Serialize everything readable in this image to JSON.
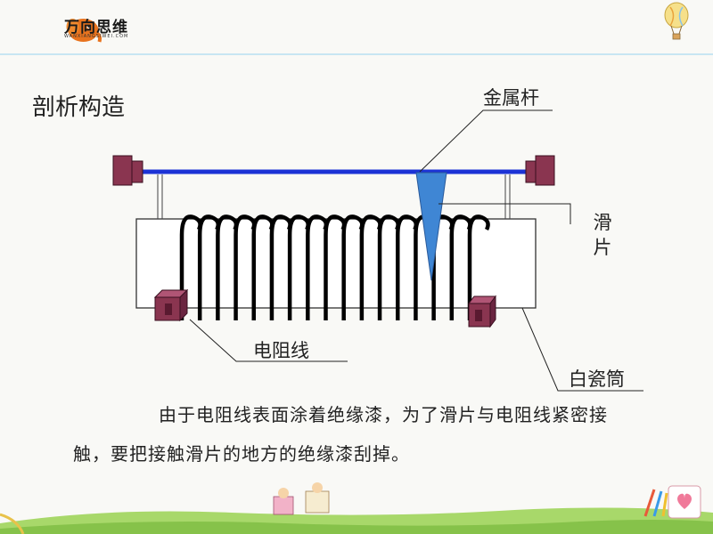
{
  "logo": {
    "text": "万向思维",
    "subtext": "WANXIANGSIWEI.COM"
  },
  "title": "剖析构造",
  "diagram": {
    "labels": {
      "metal_rod": "金属杆",
      "slider": "滑片",
      "resistance_wire": "电阻线",
      "ceramic_tube": "白瓷筒"
    },
    "colors": {
      "rod": "#1c33d6",
      "slider": "#3f86d4",
      "terminal": "#8a3550",
      "coil": "#000000",
      "tube_fill": "#ffffff",
      "tube_border": "#333333"
    }
  },
  "description": "由于电阻线表面涂着绝缘漆，为了滑片与电阻线紧密接触，要把接触滑片的地方的绝缘漆刮掉。"
}
